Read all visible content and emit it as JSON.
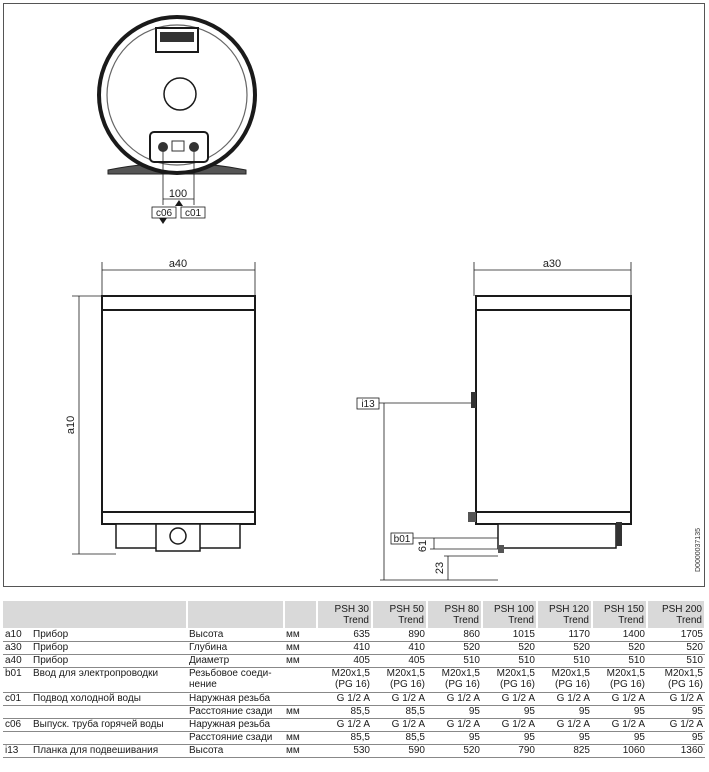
{
  "drawing": {
    "dim_100": "100",
    "tag_c06": "c06",
    "tag_c01": "c01",
    "dim_a40": "a40",
    "dim_a30": "a30",
    "dim_a10": "a10",
    "tag_i13": "i13",
    "tag_b01": "b01",
    "dim_61": "61",
    "dim_23": "23",
    "doc_id": "D0000037135"
  },
  "table": {
    "models": [
      [
        "PSH 30",
        "Trend"
      ],
      [
        "PSH 50",
        "Trend"
      ],
      [
        "PSH 80",
        "Trend"
      ],
      [
        "PSH 100",
        "Trend"
      ],
      [
        "PSH 120",
        "Trend"
      ],
      [
        "PSH 150",
        "Trend"
      ],
      [
        "PSH 200",
        "Trend"
      ]
    ],
    "rows": [
      {
        "code": "a10",
        "name": "Прибор",
        "param": "Высота",
        "unit": "мм",
        "values": [
          "635",
          "890",
          "860",
          "1015",
          "1170",
          "1400",
          "1705"
        ]
      },
      {
        "code": "a30",
        "name": "Прибор",
        "param": "Глубина",
        "unit": "мм",
        "values": [
          "410",
          "410",
          "520",
          "520",
          "520",
          "520",
          "520"
        ]
      },
      {
        "code": "a40",
        "name": "Прибор",
        "param": "Диаметр",
        "unit": "мм",
        "values": [
          "405",
          "405",
          "510",
          "510",
          "510",
          "510",
          "510"
        ]
      },
      {
        "code": "b01",
        "name": "Ввод для электропроводки",
        "param": "Резьбовое соеди-нение",
        "unit": "",
        "values": [
          "M20x1,5 (PG 16)",
          "M20x1,5 (PG 16)",
          "M20x1,5 (PG 16)",
          "M20x1,5 (PG 16)",
          "M20x1,5 (PG 16)",
          "M20x1,5 (PG 16)",
          "M20x1,5 (PG 16)"
        ],
        "tall": true
      },
      {
        "code": "c01",
        "name": "Подвод холодной воды",
        "param": "Наружная резьба",
        "unit": "",
        "values": [
          "G 1/2 A",
          "G 1/2 A",
          "G 1/2 A",
          "G 1/2 A",
          "G 1/2 A",
          "G 1/2 A",
          "G 1/2 A"
        ]
      },
      {
        "code": "",
        "name": "",
        "param": "Расстояние сзади",
        "unit": "мм",
        "values": [
          "85,5",
          "85,5",
          "95",
          "95",
          "95",
          "95",
          "95"
        ]
      },
      {
        "code": "c06",
        "name": "Выпуск. труба горячей воды",
        "param": "Наружная резьба",
        "unit": "",
        "values": [
          "G 1/2 A",
          "G 1/2 A",
          "G 1/2 A",
          "G 1/2 A",
          "G 1/2 A",
          "G 1/2 A",
          "G 1/2 A"
        ]
      },
      {
        "code": "",
        "name": "",
        "param": "Расстояние сзади",
        "unit": "мм",
        "values": [
          "85,5",
          "85,5",
          "95",
          "95",
          "95",
          "95",
          "95"
        ]
      },
      {
        "code": "i13",
        "name": "Планка для подвешивания",
        "param": "Высота",
        "unit": "мм",
        "values": [
          "530",
          "590",
          "520",
          "790",
          "825",
          "1060",
          "1360"
        ]
      }
    ]
  }
}
